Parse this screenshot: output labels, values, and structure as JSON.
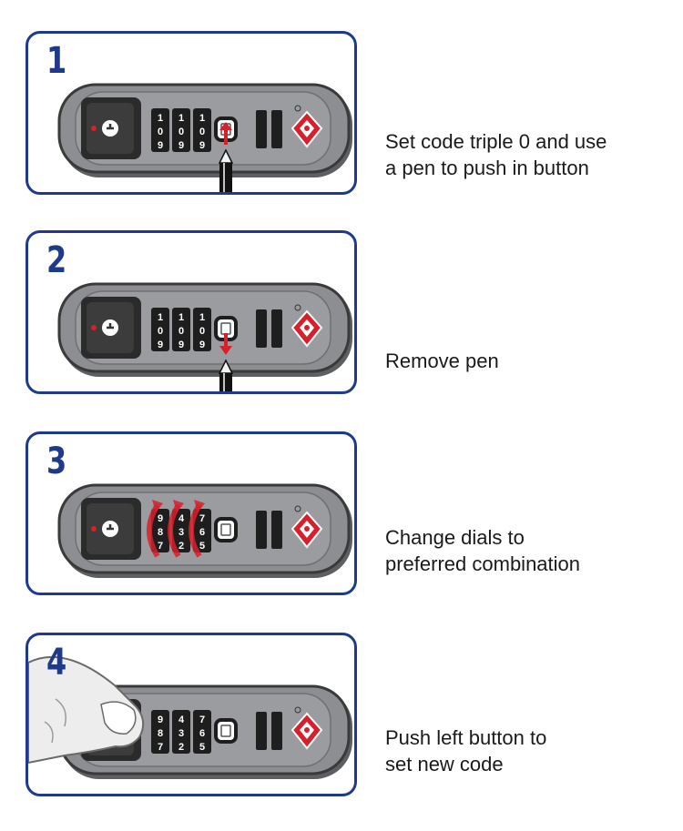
{
  "steps": [
    {
      "number": "1",
      "caption": "Set code triple 0 and use\na pen to push in button",
      "dials": [
        [
          "1",
          "0",
          "9"
        ],
        [
          "1",
          "0",
          "9"
        ],
        [
          "1",
          "0",
          "9"
        ]
      ],
      "tool": "pen-push",
      "arrows": false,
      "finger": false
    },
    {
      "number": "2",
      "caption": "Remove pen",
      "dials": [
        [
          "1",
          "0",
          "9"
        ],
        [
          "1",
          "0",
          "9"
        ],
        [
          "1",
          "0",
          "9"
        ]
      ],
      "tool": "pen-remove",
      "arrows": false,
      "finger": false
    },
    {
      "number": "3",
      "caption": "Change dials to\npreferred combination",
      "dials": [
        [
          "9",
          "8",
          "7"
        ],
        [
          "4",
          "3",
          "2"
        ],
        [
          "7",
          "6",
          "5"
        ]
      ],
      "tool": "none",
      "arrows": true,
      "finger": false
    },
    {
      "number": "4",
      "caption": "Push left button to\nset new code",
      "dials": [
        [
          "9",
          "8",
          "7"
        ],
        [
          "4",
          "3",
          "2"
        ],
        [
          "7",
          "6",
          "5"
        ]
      ],
      "tool": "none",
      "arrows": false,
      "finger": true
    }
  ],
  "colors": {
    "frame": "#1f3a8a",
    "lock_body": "#8d8e91",
    "lock_dark": "#2b2b2b",
    "accent_red": "#d6202b"
  },
  "icons": {
    "tsa_logo": "diamond-logo-icon",
    "lock_key": "key-icon",
    "pen": "pen-icon",
    "finger": "finger-icon"
  }
}
